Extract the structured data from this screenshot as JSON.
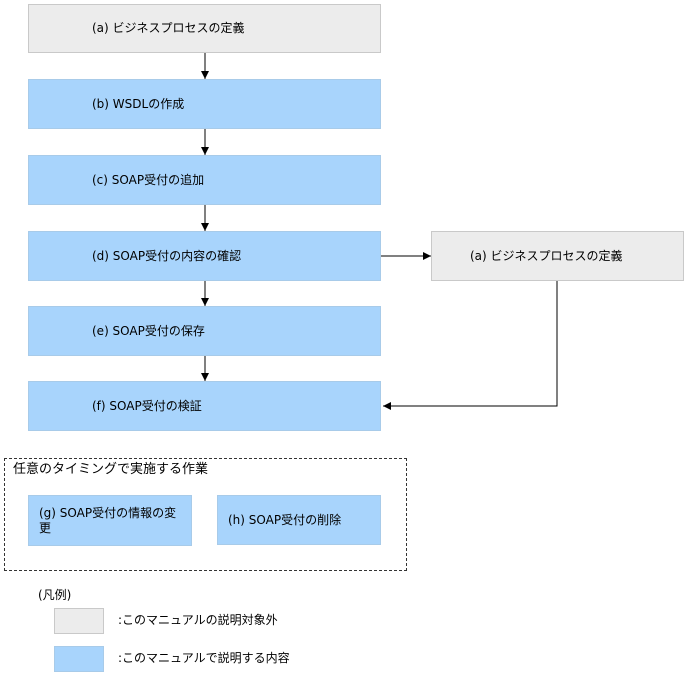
{
  "flow": {
    "step_a": "(a) ビジネスプロセスの定義",
    "step_b": "(b) WSDLの作成",
    "step_c": "(c) SOAP受付の追加",
    "step_d": "(d) SOAP受付の内容の確認",
    "step_e": "(e) SOAP受付の保存",
    "step_f": "(f) SOAP受付の検証",
    "side_a": "(a) ビジネスプロセスの定義"
  },
  "optional": {
    "title": "任意のタイミングで実施する作業",
    "step_g": "(g) SOAP受付の情報の変更",
    "step_h": "(h) SOAP受付の削除"
  },
  "legend": {
    "title": "(凡例)",
    "out_of_scope": ":このマニュアルの説明対象外",
    "in_scope": ":このマニュアルで説明する内容"
  },
  "colors": {
    "out_of_scope": "#ececec",
    "in_scope": "#a8d4fc"
  }
}
